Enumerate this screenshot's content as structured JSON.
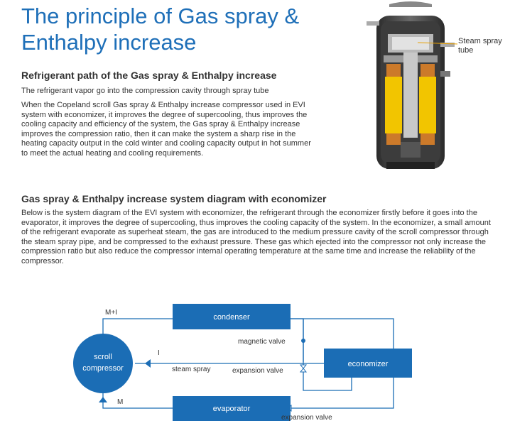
{
  "title": "The principle of Gas spray & Enthalpy increase",
  "section1": {
    "heading": "Refrigerant path of the Gas spray & Enthalpy increase",
    "lead": "The refrigerant vapor go into the compression cavity through spray tube",
    "body": "When the Copeland scroll Gas spray & Enthalpy increase compressor used in EVI system with economizer, it improves the degree of supercooling, thus improves the cooling capacity and efficiency of the system, the Gas spray & Enthalpy increase improves the compression ratio, then it can make the system a sharp rise in the heating capacity output in the cold winter and cooling capacity output in hot summer to meet the actual heating and cooling requirements."
  },
  "image_callout": "Steam spray tube",
  "section2": {
    "heading": "Gas spray & Enthalpy increase system diagram with economizer",
    "body": "Below is the system diagram of the EVI system with economizer, the refrigerant through the economizer firstly before it goes into the evaporator, it improves the degree of supercooling, thus improves the cooling capacity of the system. In the economizer, a small amount of the refrigerant evaporate as superheat steam, the gas are introduced to the medium pressure cavity of the scroll compressor  through the steam spray pipe, and be compressed to the exhaust pressure. These gas which ejected into the compressor not only increase the compression ratio but also reduce the compressor internal operating temperature at the same time and increase the reliability of the compressor."
  },
  "diagram": {
    "compressor_line1": "scroll",
    "compressor_line2": "compressor",
    "condenser": "condenser",
    "economizer": "economizer",
    "evaporator": "evaporator",
    "label_mi": "M+I",
    "label_i": "I",
    "label_m": "M",
    "magnetic_valve": "magnetic valve",
    "steam_spray": "steam spray",
    "expansion_valve_1": "expansion valve",
    "expansion_valve_2": "expansion valve",
    "box_color": "#1b6db5"
  }
}
